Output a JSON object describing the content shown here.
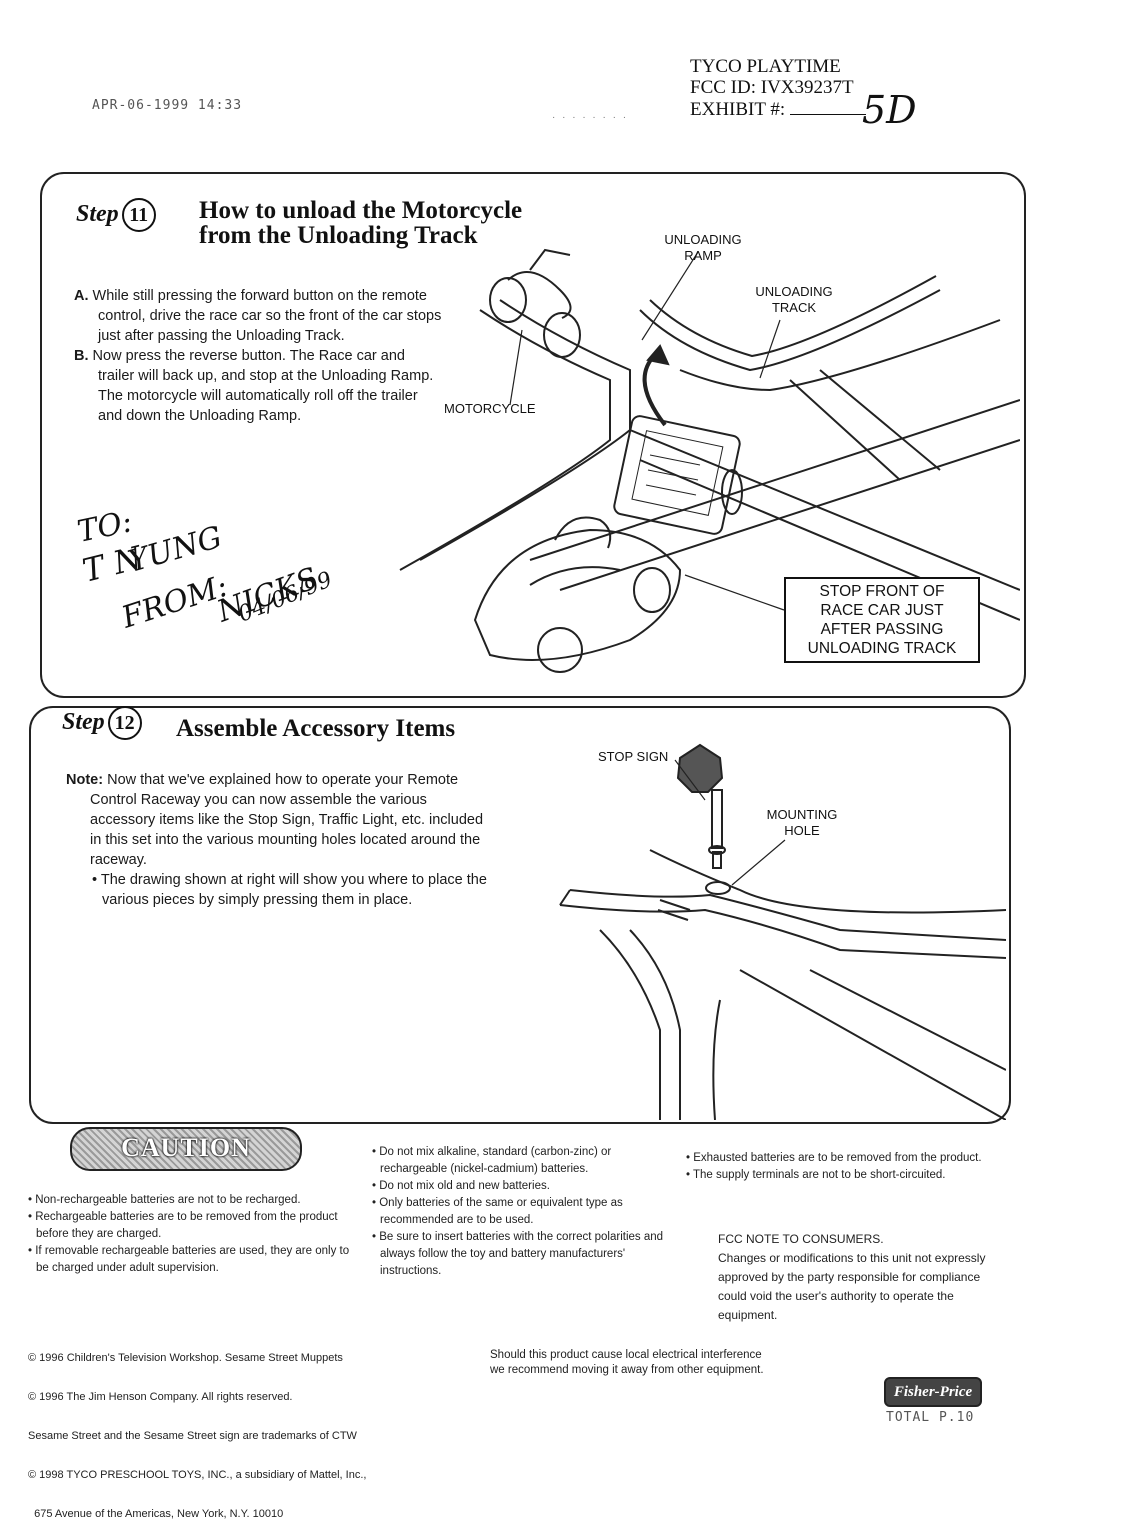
{
  "header": {
    "fax_stamp": "APR-06-1999  14:33",
    "company": "TYCO PLAYTIME",
    "fcc_id": "FCC ID:  IVX39237T",
    "exhibit_label": "EXHIBIT #:",
    "exhibit_value": "5D"
  },
  "step11": {
    "step_word": "Step",
    "number": "11",
    "title_line1": "How to unload the Motorcycle",
    "title_line2": "from the Unloading Track",
    "a_label": "A.",
    "a_text": "While still pressing the forward button on the remote control, drive the race car so the front of the car stops just after passing the Unloading Track.",
    "b_label": "B.",
    "b_text": "Now press the reverse button. The Race car and trailer will back up, and stop at the Unloading Ramp. The motorcycle will automatically roll off the trailer and down the Unloading Ramp.",
    "labels": {
      "unloading_ramp": "UNLOADING RAMP",
      "unloading_track": "UNLOADING TRACK",
      "motorcycle": "MOTORCYCLE"
    },
    "stop_note": [
      "STOP FRONT OF",
      "RACE CAR JUST",
      "AFTER PASSING",
      "UNLOADING TRACK"
    ],
    "handwritten": [
      "TO:",
      "T N",
      "YUNG",
      "FROM:",
      "NICKS",
      "04/06/99"
    ]
  },
  "step12": {
    "step_word": "Step",
    "number": "12",
    "title": "Assemble Accessory Items",
    "note_label": "Note:",
    "note_text": "Now that we've explained how to operate your Remote Control Raceway you can now assemble the various accessory items like the Stop Sign, Traffic Light, etc. included in this set into the various mounting holes located around the raceway.",
    "bullet": "The drawing shown at right will show you where to place the various pieces by simply pressing them in place.",
    "labels": {
      "stop_sign": "STOP SIGN",
      "mounting_hole": "MOUNTING HOLE"
    }
  },
  "caution": {
    "badge": "CAUTION",
    "col1": [
      "Non-rechargeable batteries are not to be recharged.",
      "Rechargeable batteries are to be removed from the product before they are charged.",
      "If removable rechargeable batteries are used, they are only to be charged under adult supervision."
    ],
    "col2": [
      "Do not mix alkaline, standard (carbon-zinc) or rechargeable (nickel-cadmium) batteries.",
      "Do not mix old and new batteries.",
      "Only batteries of the same or equivalent type as recommended are to be used.",
      "Be sure to insert batteries with the correct polarities and always follow the toy and battery manufacturers' instructions."
    ],
    "col3": [
      "Exhausted batteries are to be removed from the product.",
      "The supply terminals are not to be short-circuited."
    ],
    "fcc_note_title": "FCC NOTE TO CONSUMERS.",
    "fcc_note_text": "Changes or modifications to this unit not expressly approved by the party responsible for compliance could void the user's authority to operate the equipment."
  },
  "footer": {
    "copyright": [
      "© 1996 Children's Television Workshop. Sesame Street Muppets",
      "© 1996 The Jim Henson Company. All rights reserved.",
      "Sesame Street and the Sesame Street sign are trademarks of CTW",
      "© 1998 TYCO PRESCHOOL TOYS, INC., a subsidiary of Mattel, Inc.,",
      "  675 Avenue of the Americas, New York, N.Y. 10010"
    ],
    "interference": [
      "Should this product cause local electrical interference",
      "we recommend moving it away from other equipment."
    ],
    "logo": "Fisher-Price",
    "total": "TOTAL P.10"
  }
}
